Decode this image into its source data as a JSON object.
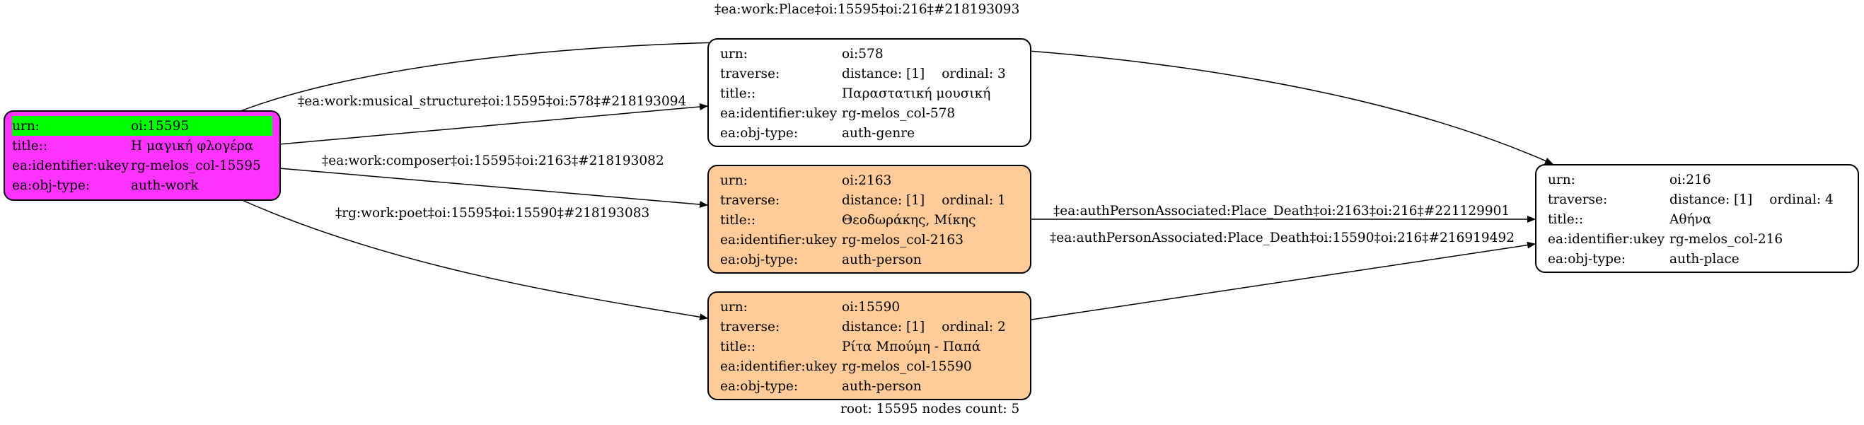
{
  "colors": {
    "root_fill": "#ff33ff",
    "root_highlight": "#00ff00",
    "person_fill": "#ffcc99",
    "default_fill": "#ffffff",
    "stroke": "#000000"
  },
  "nodes": {
    "work": {
      "urn_label": "urn:",
      "urn": "oi:15595",
      "title_label": "title::",
      "title": "Η μαγική φλογέρα",
      "ukey_label": "ea:identifier:ukey",
      "ukey": "rg-melos_col-15595",
      "type_label": "ea:obj-type:",
      "type": "auth-work"
    },
    "genre": {
      "urn_label": "urn:",
      "urn": "oi:578",
      "traverse_label": "traverse:",
      "distance": "distance: [1]",
      "ordinal": "ordinal: 3",
      "title_label": "title::",
      "title": "Παραστατική μουσική",
      "ukey_label": "ea:identifier:ukey",
      "ukey": "rg-melos_col-578",
      "type_label": "ea:obj-type:",
      "type": "auth-genre"
    },
    "composer": {
      "urn_label": "urn:",
      "urn": "oi:2163",
      "traverse_label": "traverse:",
      "distance": "distance: [1]",
      "ordinal": "ordinal: 1",
      "title_label": "title::",
      "title": "Θεοδωράκης, Μίκης",
      "ukey_label": "ea:identifier:ukey",
      "ukey": "rg-melos_col-2163",
      "type_label": "ea:obj-type:",
      "type": "auth-person"
    },
    "poet": {
      "urn_label": "urn:",
      "urn": "oi:15590",
      "traverse_label": "traverse:",
      "distance": "distance: [1]",
      "ordinal": "ordinal: 2",
      "title_label": "title::",
      "title": "Ρίτα Μπούμη - Παπά",
      "ukey_label": "ea:identifier:ukey",
      "ukey": "rg-melos_col-15590",
      "type_label": "ea:obj-type:",
      "type": "auth-person"
    },
    "place": {
      "urn_label": "urn:",
      "urn": "oi:216",
      "traverse_label": "traverse:",
      "distance": "distance: [1]",
      "ordinal": "ordinal: 4",
      "title_label": "title::",
      "title": "Αθήνα",
      "ukey_label": "ea:identifier:ukey",
      "ukey": "rg-melos_col-216",
      "type_label": "ea:obj-type:",
      "type": "auth-place"
    }
  },
  "edges": {
    "work_place": "‡ea:work:Place‡oi:15595‡oi:216‡#218193093",
    "work_genre": "‡ea:work:musical_structure‡oi:15595‡oi:578‡#218193094",
    "work_composer": "‡ea:work:composer‡oi:15595‡oi:2163‡#218193082",
    "work_poet": "‡rg:work:poet‡oi:15595‡oi:15590‡#218193083",
    "composer_place": "‡ea:authPersonAssociated:Place_Death‡oi:2163‡oi:216‡#221129901",
    "poet_place": "‡ea:authPersonAssociated:Place_Death‡oi:15590‡oi:216‡#216919492"
  },
  "footer": "root: 15595 nodes count: 5"
}
